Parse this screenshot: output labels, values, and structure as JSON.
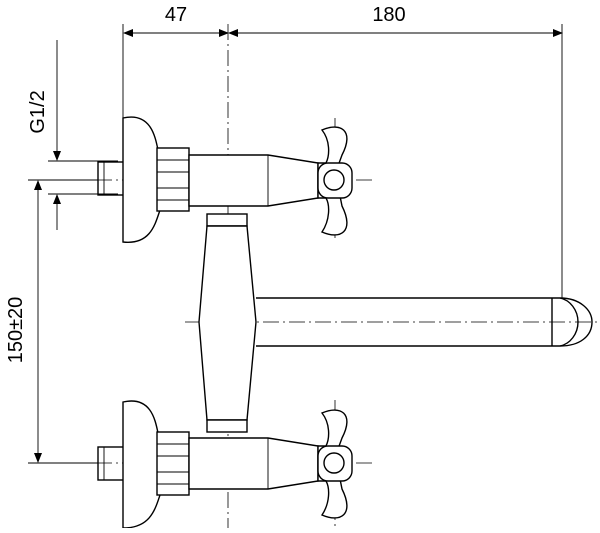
{
  "dimensions": {
    "top_left": "47",
    "top_right": "180",
    "thread": "G1/2",
    "vertical": "150±20"
  }
}
